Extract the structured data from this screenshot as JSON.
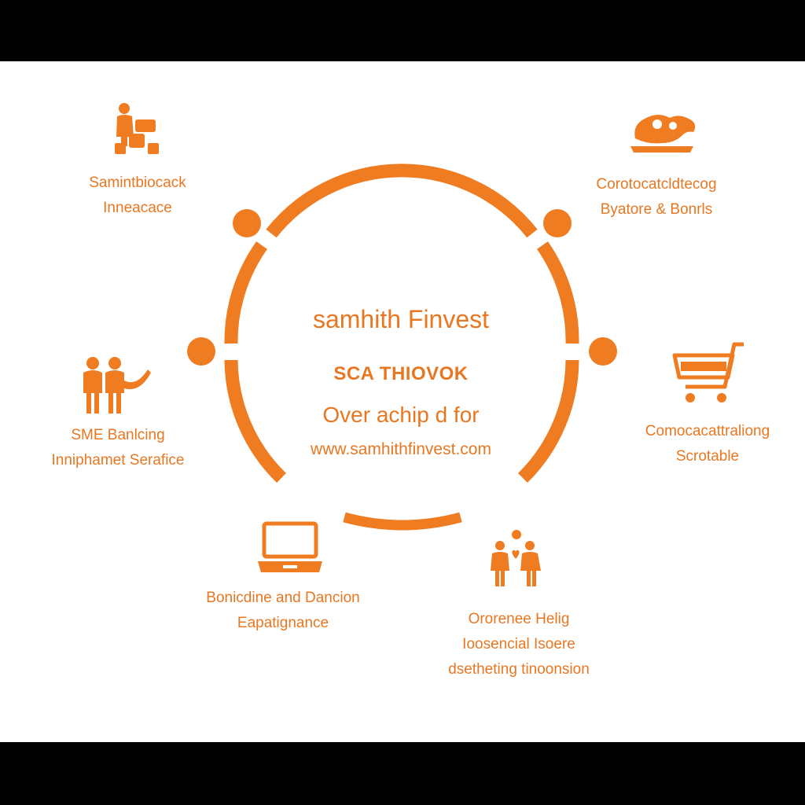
{
  "colors": {
    "accent": "#f07c22",
    "text": "#e87722",
    "frame": "#000000",
    "background": "#ffffff"
  },
  "center": {
    "brand": "samhith Finvest",
    "subtitle": "SCA THIOVOK",
    "tagline": "Over achip d for",
    "url": "www.samhithfinvest.com"
  },
  "segments": [
    {
      "icon": "people-puzzle-icon",
      "lines": [
        "Samintbiocack",
        "Inneacace"
      ]
    },
    {
      "icon": "handshake-icon",
      "lines": [
        "Corotocatcldtecog",
        "Byatore & Bonrls"
      ]
    },
    {
      "icon": "people-greeting-icon",
      "lines": [
        "SME Banlcing",
        "Inniphamet Serafice"
      ]
    },
    {
      "icon": "shopping-cart-icon",
      "lines": [
        "Comocacattraliong",
        "Scrotable"
      ]
    },
    {
      "icon": "laptop-icon",
      "lines": [
        "Bonicdine and Dancion",
        "Eapatignance"
      ]
    },
    {
      "icon": "couple-heart-icon",
      "lines": [
        "Ororenee Helig",
        "Ioosencial Isoere",
        "dsetheting tinoonsion"
      ]
    }
  ]
}
